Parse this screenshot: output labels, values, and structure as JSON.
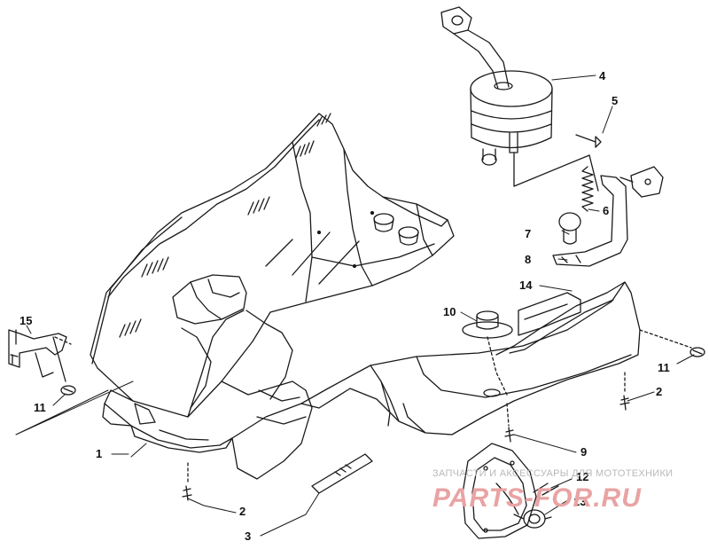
{
  "callouts": [
    {
      "id": "c1",
      "label": "1"
    },
    {
      "id": "c2a",
      "label": "2"
    },
    {
      "id": "c2b",
      "label": "2"
    },
    {
      "id": "c3",
      "label": "3"
    },
    {
      "id": "c4",
      "label": "4"
    },
    {
      "id": "c5",
      "label": "5"
    },
    {
      "id": "c6",
      "label": "6"
    },
    {
      "id": "c7",
      "label": "7"
    },
    {
      "id": "c8",
      "label": "8"
    },
    {
      "id": "c9",
      "label": "9"
    },
    {
      "id": "c10",
      "label": "10"
    },
    {
      "id": "c11a",
      "label": "11"
    },
    {
      "id": "c11b",
      "label": "11"
    },
    {
      "id": "c12",
      "label": "12"
    },
    {
      "id": "c13",
      "label": "13"
    },
    {
      "id": "c14",
      "label": "14"
    },
    {
      "id": "c15",
      "label": "15"
    }
  ],
  "watermark": {
    "tagline": "ЗАПЧАСТИ И АКСЕССУАРЫ ДЛЯ МОТОТЕХНИКИ",
    "logo": "PARTS-FOR.RU"
  }
}
